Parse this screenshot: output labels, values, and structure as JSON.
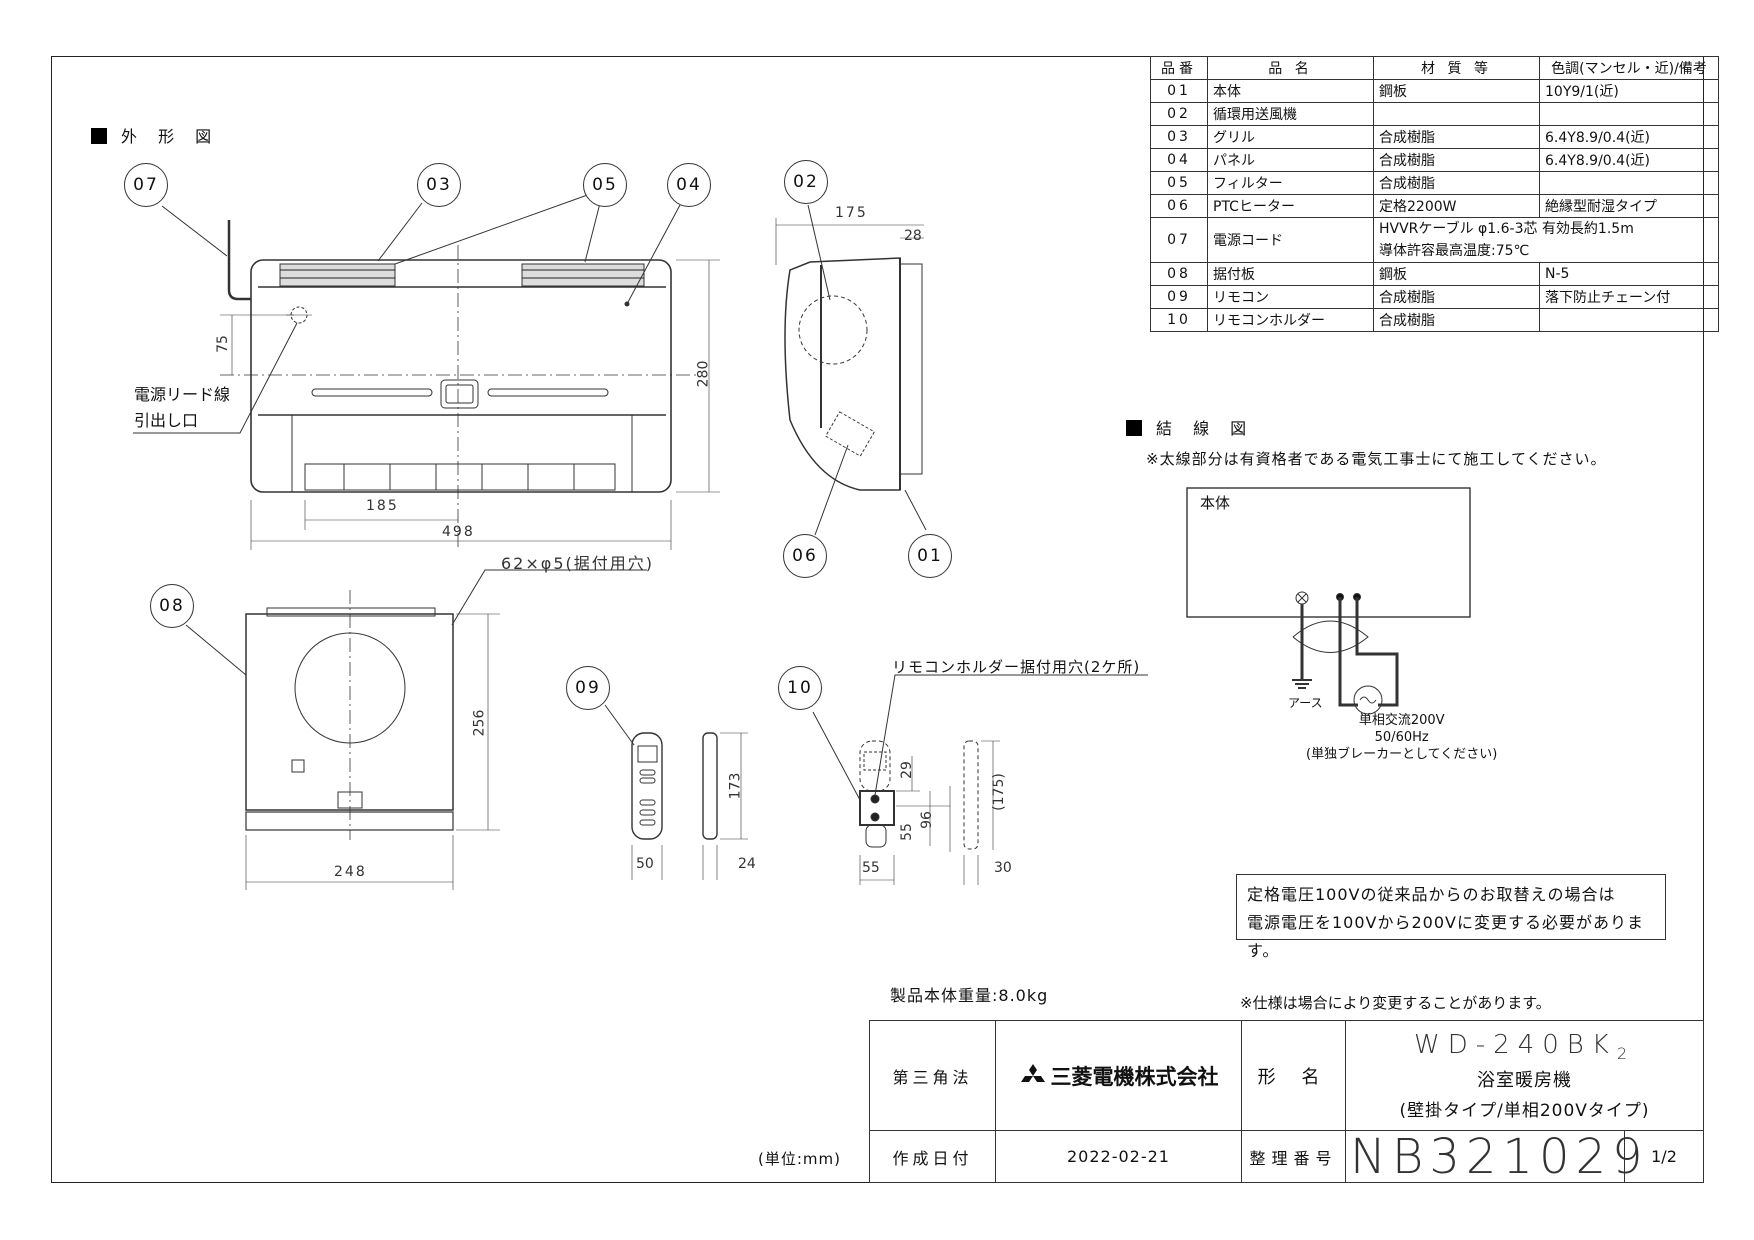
{
  "sections": {
    "outline_title": "外 形 図",
    "wiring_title": "結 線 図",
    "wiring_note": "※太線部分は有資格者である電気工事士にて施工してください。"
  },
  "parts_table": {
    "headers": [
      "品番",
      "品 名",
      "材 質 等",
      "色調(マンセル・近)/備考"
    ],
    "rows": [
      {
        "no": "01",
        "name": "本体",
        "material": "鋼板",
        "color": "10Y9/1(近)"
      },
      {
        "no": "02",
        "name": "循環用送風機",
        "material": "",
        "color": ""
      },
      {
        "no": "03",
        "name": "グリル",
        "material": "合成樹脂",
        "color": "6.4Y8.9/0.4(近)"
      },
      {
        "no": "04",
        "name": "パネル",
        "material": "合成樹脂",
        "color": "6.4Y8.9/0.4(近)"
      },
      {
        "no": "05",
        "name": "フィルター",
        "material": "合成樹脂",
        "color": ""
      },
      {
        "no": "06",
        "name": "PTCヒーター",
        "material": "定格2200W",
        "color": "絶縁型耐湿タイプ"
      },
      {
        "no": "07",
        "name": "電源コード",
        "material": "HVVRケーブル φ1.6-3芯 有効長約1.5m",
        "material2": "導体許容最高温度:75℃",
        "color": ""
      },
      {
        "no": "08",
        "name": "据付板",
        "material": "鋼板",
        "color": "N-5"
      },
      {
        "no": "09",
        "name": "リモコン",
        "material": "合成樹脂",
        "color": "落下防止チェーン付"
      },
      {
        "no": "10",
        "name": "リモコンホルダー",
        "material": "合成樹脂",
        "color": ""
      }
    ]
  },
  "balloons": {
    "b07": "07",
    "b03": "03",
    "b05": "05",
    "b04": "04",
    "b02": "02",
    "b06": "06",
    "b01": "01",
    "b08": "08",
    "b09": "09",
    "b10": "10"
  },
  "dimensions": {
    "main_height_offset": "75",
    "main_height": "280",
    "main_center": "185",
    "main_width": "498",
    "side_depth": "175",
    "side_28": "28",
    "plate_holes": "62×φ5(据付用穴)",
    "plate_height": "256",
    "plate_width": "248",
    "remote_height": "173",
    "remote_width": "50",
    "remote_thickness": "24",
    "holder_holes": "リモコンホルダー据付用穴(2ケ所)",
    "holder_29": "29",
    "holder_55v": "55",
    "holder_96": "96",
    "holder_55h": "55",
    "holder_175": "(175)",
    "holder_30": "30"
  },
  "labels": {
    "lead_outlet_1": "電源リード線",
    "lead_outlet_2": "引出し口"
  },
  "wiring": {
    "body_label": "本体",
    "earth_label": "アース",
    "supply_1": "単相交流200V",
    "supply_2": "50/60Hz",
    "supply_3": "(単独ブレーカーとしてください)"
  },
  "notice": {
    "line1": "定格電圧100Vの従来品からのお取替えの場合は",
    "line2": "電源電圧を100Vから200Vに変更する必要があります。"
  },
  "weight": "製品本体重量:8.0kg",
  "spec_note": "※仕様は場合により変更することがあります。",
  "unit_note": "(単位:mm)",
  "title_block": {
    "projection": "第三角法",
    "company": "三菱電機株式会社",
    "model_label": "形 名",
    "model": "WD-240BK",
    "model_sub": "2",
    "product_name": "浴室暖房機",
    "product_type": "(壁掛タイプ/単相200Vタイプ)",
    "date_label": "作成日付",
    "date": "2022-02-21",
    "ref_label": "整理番号",
    "ref_number": "NB321029",
    "sheet": "1/2"
  }
}
